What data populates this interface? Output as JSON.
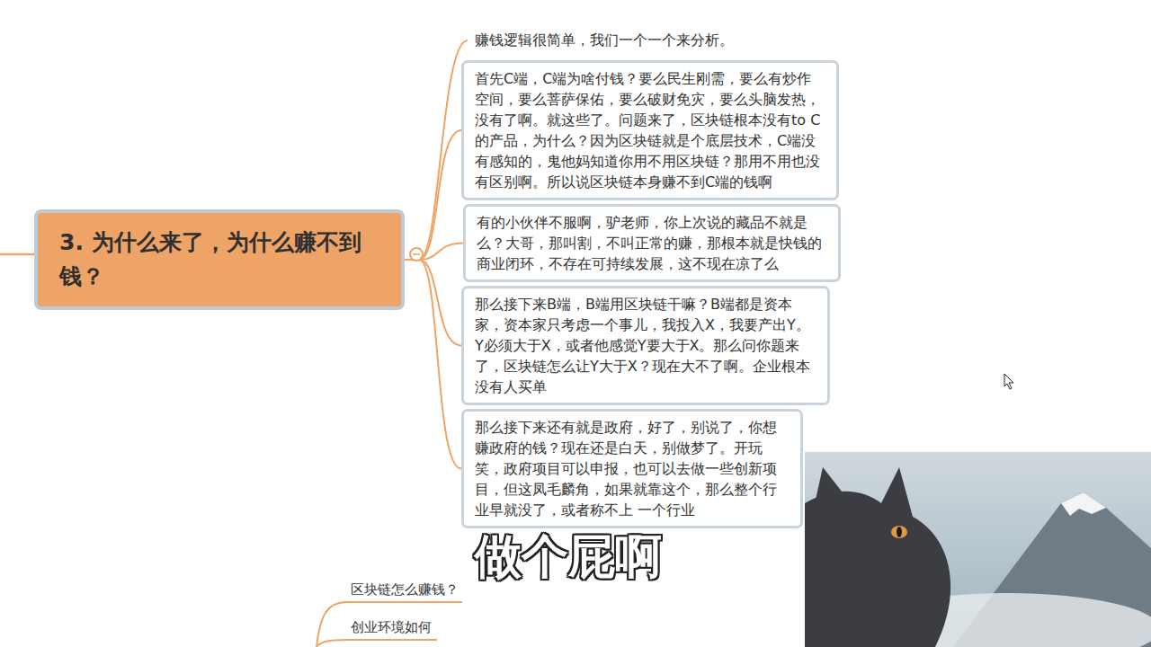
{
  "diagram": {
    "nodes": [
      {
        "text": [
          "3. 为什么来了，为什么赚不到钱？"
        ]
      },
      {
        "text": [
          "赚钱逻辑很简单，我们一个一个来分析。"
        ]
      },
      {
        "text": [
          "首先C端，C端为啥付钱？要么民生刚需，要么有炒作空间，要么菩萨保佑，要么破财免灾，要么头脑发热，没有了啊。就这些了。问题来了，区块链根本没有to C的产品，为什么？因为区块链就是个底层技术，C端没有感知的，鬼他妈知道你用不用区块链？那用不用也没有区别啊。所以说区块链本身赚不到C端的钱啊"
        ]
      },
      {
        "text": [
          "有的小伙伴不服啊，驴老师，你上次说的藏品不就是么？大哥，那叫割，不叫正常的赚，那根本就是快钱的商业闭环，不存在可持续发展，这不现在凉了么"
        ]
      },
      {
        "text": [
          "那么接下来B端，B端用区块链干嘛？B端都是资本家，资本家只考虑一个事儿，我投入X，我要产出Y。Y必须大于X，或者他感觉Y要大于X。那么问你题来了，区块链怎么让Y大于X？现在大不了啊。企业根本没有人买单"
        ]
      },
      {
        "text": [
          "那么接下来还有就是政府，好了，别说了，你想赚政府的钱？现在还是白天，别做梦了。开玩笑，政府项目可以申报，也可以去做一些创新项目，但这凤毛麟角，如果就靠这个，那么整个行业早就没了，或者称不上 一个行业"
        ]
      }
    ],
    "edges": [
      {
        "from": 0,
        "to": 1,
        "arrow": "none"
      },
      {
        "from": 0,
        "to": 2,
        "arrow": "none"
      },
      {
        "from": 0,
        "to": 3,
        "arrow": "none"
      },
      {
        "from": 0,
        "to": 4,
        "arrow": "none"
      },
      {
        "from": 0,
        "to": 5,
        "arrow": "none"
      }
    ],
    "labels": [
      "做个屁啊",
      "区块链怎么赚钱？",
      "创业环境如何"
    ]
  }
}
